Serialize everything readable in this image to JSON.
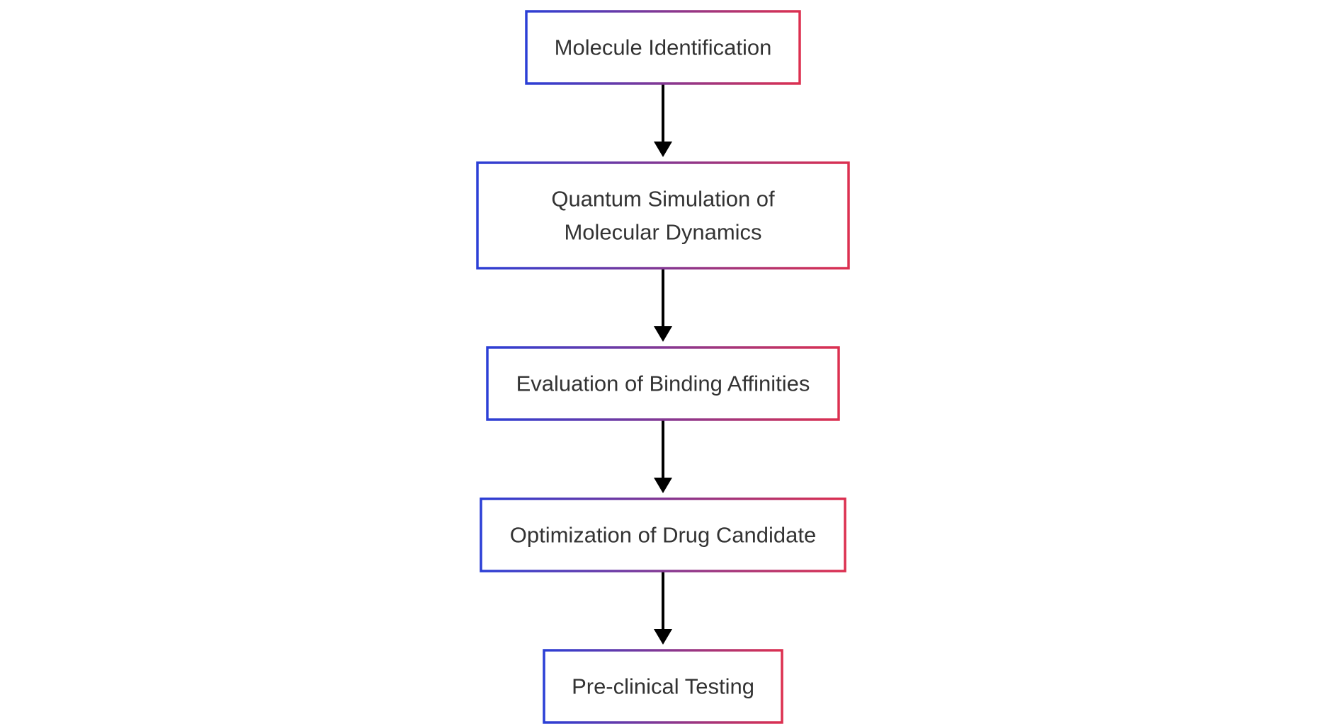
{
  "diagram": {
    "type": "flowchart",
    "direction": "top-to-bottom",
    "colors": {
      "border_start": "#2b3fd6",
      "border_end": "#dc3050",
      "arrow": "#000000",
      "text": "#333333",
      "background": "#ffffff"
    },
    "nodes": [
      {
        "id": "n1",
        "lines": [
          "Molecule Identification"
        ]
      },
      {
        "id": "n2",
        "lines": [
          "Quantum Simulation of",
          "Molecular Dynamics"
        ]
      },
      {
        "id": "n3",
        "lines": [
          "Evaluation of Binding Affinities"
        ]
      },
      {
        "id": "n4",
        "lines": [
          "Optimization of Drug Candidate"
        ]
      },
      {
        "id": "n5",
        "lines": [
          "Pre-clinical Testing"
        ]
      }
    ],
    "edges": [
      {
        "from": "n1",
        "to": "n2"
      },
      {
        "from": "n2",
        "to": "n3"
      },
      {
        "from": "n3",
        "to": "n4"
      },
      {
        "from": "n4",
        "to": "n5"
      }
    ]
  }
}
